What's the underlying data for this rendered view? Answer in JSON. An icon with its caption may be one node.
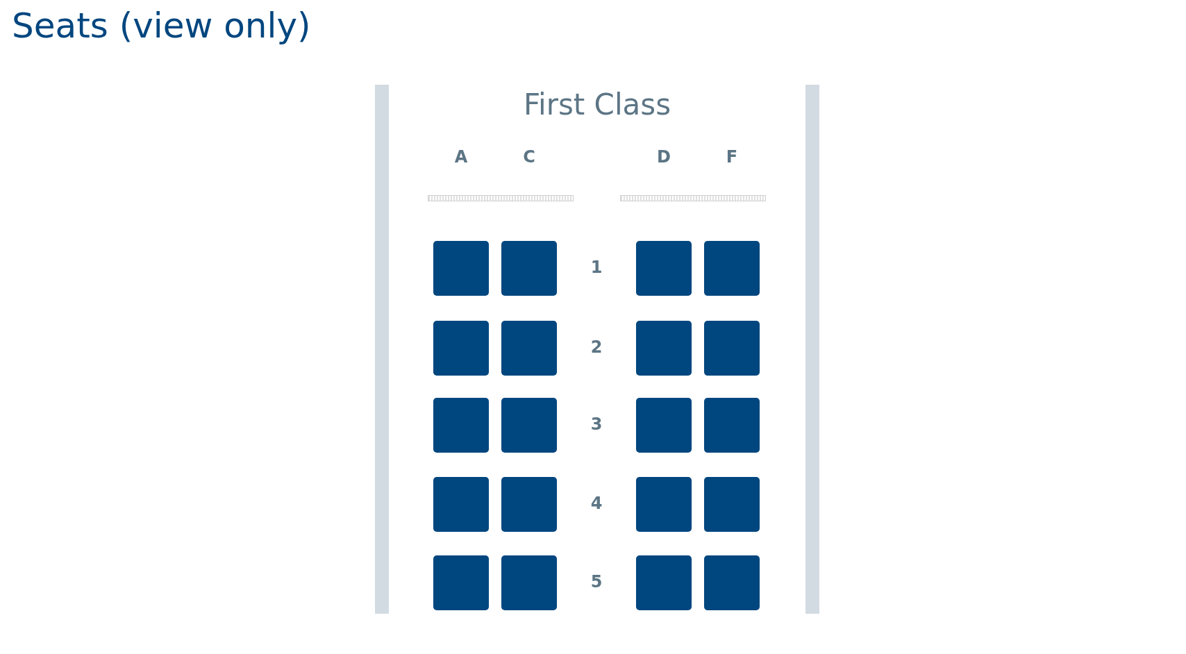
{
  "diagram": {
    "title": "Seats (view only)",
    "nodes": [
      {
        "text": [],
        "shape": "bar"
      },
      {
        "text": [],
        "shape": "bar"
      },
      {
        "text": [],
        "shape": "box"
      },
      {
        "text": [],
        "shape": "box"
      },
      {
        "text": [],
        "shape": "box"
      },
      {
        "text": [],
        "shape": "box"
      },
      {
        "text": [],
        "shape": "box"
      },
      {
        "text": [],
        "shape": "box"
      },
      {
        "text": [],
        "shape": "box"
      },
      {
        "text": [],
        "shape": "box"
      },
      {
        "text": [],
        "shape": "box"
      },
      {
        "text": [],
        "shape": "box"
      },
      {
        "text": [],
        "shape": "box"
      },
      {
        "text": [],
        "shape": "box"
      },
      {
        "text": [],
        "shape": "box"
      },
      {
        "text": [],
        "shape": "box"
      },
      {
        "text": [],
        "shape": "box"
      },
      {
        "text": [],
        "shape": "box"
      },
      {
        "text": [],
        "shape": "box"
      },
      {
        "text": [],
        "shape": "box"
      },
      {
        "text": [],
        "shape": "box"
      },
      {
        "text": [],
        "shape": "box"
      }
    ],
    "edges": [],
    "labels": [
      "First Class",
      "A",
      "C",
      "D",
      "F",
      "1",
      "2",
      "3",
      "4",
      "5"
    ]
  }
}
